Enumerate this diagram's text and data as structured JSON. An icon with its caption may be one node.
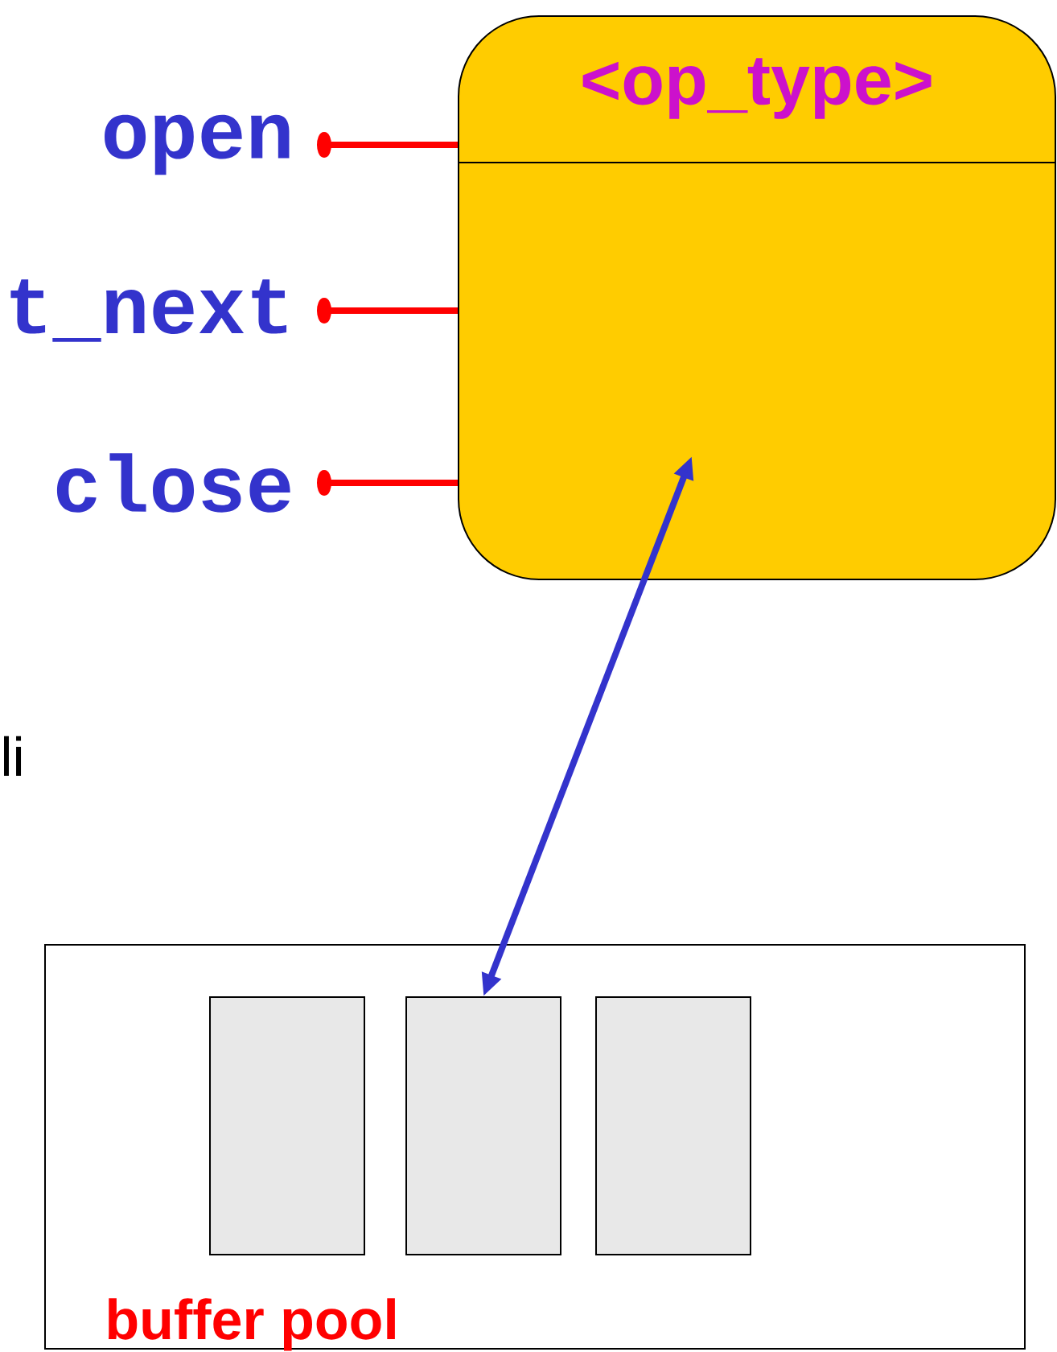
{
  "diagram": {
    "nodes": [
      {
        "text": [
          "<op_type>"
        ]
      },
      {
        "text": [
          "open"
        ]
      },
      {
        "text": [
          "t_next"
        ]
      },
      {
        "text": [
          "close"
        ]
      },
      {
        "text": [
          "buffer pool"
        ]
      },
      {
        "text": [],
        "shape": "box",
        "in": 4
      },
      {
        "text": [],
        "shape": "box",
        "in": 4
      },
      {
        "text": [],
        "shape": "box",
        "in": 4
      }
    ],
    "edges": [
      {
        "from": 1,
        "to": 0,
        "arrow": "other",
        "color": "#ff0000"
      },
      {
        "from": 2,
        "to": 0,
        "arrow": "other",
        "color": "#ff0000"
      },
      {
        "from": 3,
        "to": 0,
        "arrow": "other",
        "color": "#ff0000"
      },
      {
        "from": 6,
        "to": 0,
        "arrow": "both",
        "color": "#3333cc"
      }
    ],
    "labels": [
      "li"
    ]
  }
}
